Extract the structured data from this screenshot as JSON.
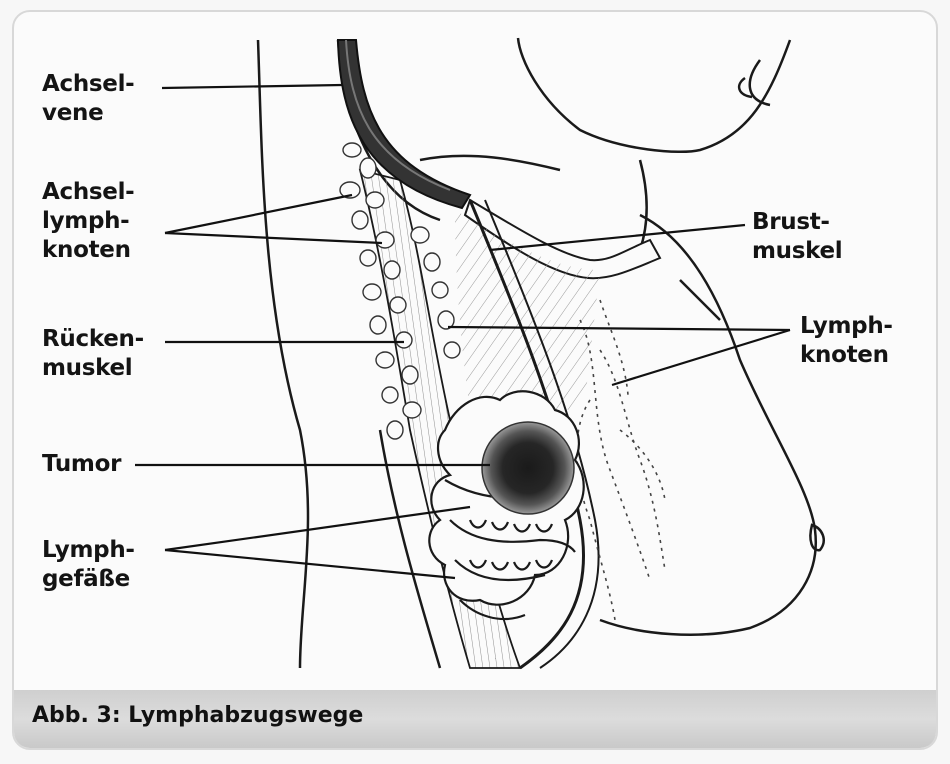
{
  "labels": {
    "achselvene": "Achsel-\nvene",
    "achsellymphknoten": "Achsel-\nlymph-\nknoten",
    "rueckenmuskel": "Rücken-\nmuskel",
    "tumor": "Tumor",
    "lymphgefaesse": "Lymph-\ngefäße",
    "brustmuskel": "Brust-\nmuskel",
    "lymphknoten": "Lymph-\nknoten"
  },
  "caption": "Abb. 3: Lymphabzugswege",
  "colors": {
    "ink": "#141414",
    "caption_bar": "#d2d2d2",
    "background": "#fbfbfb",
    "tumor": "#2a2a2a"
  }
}
